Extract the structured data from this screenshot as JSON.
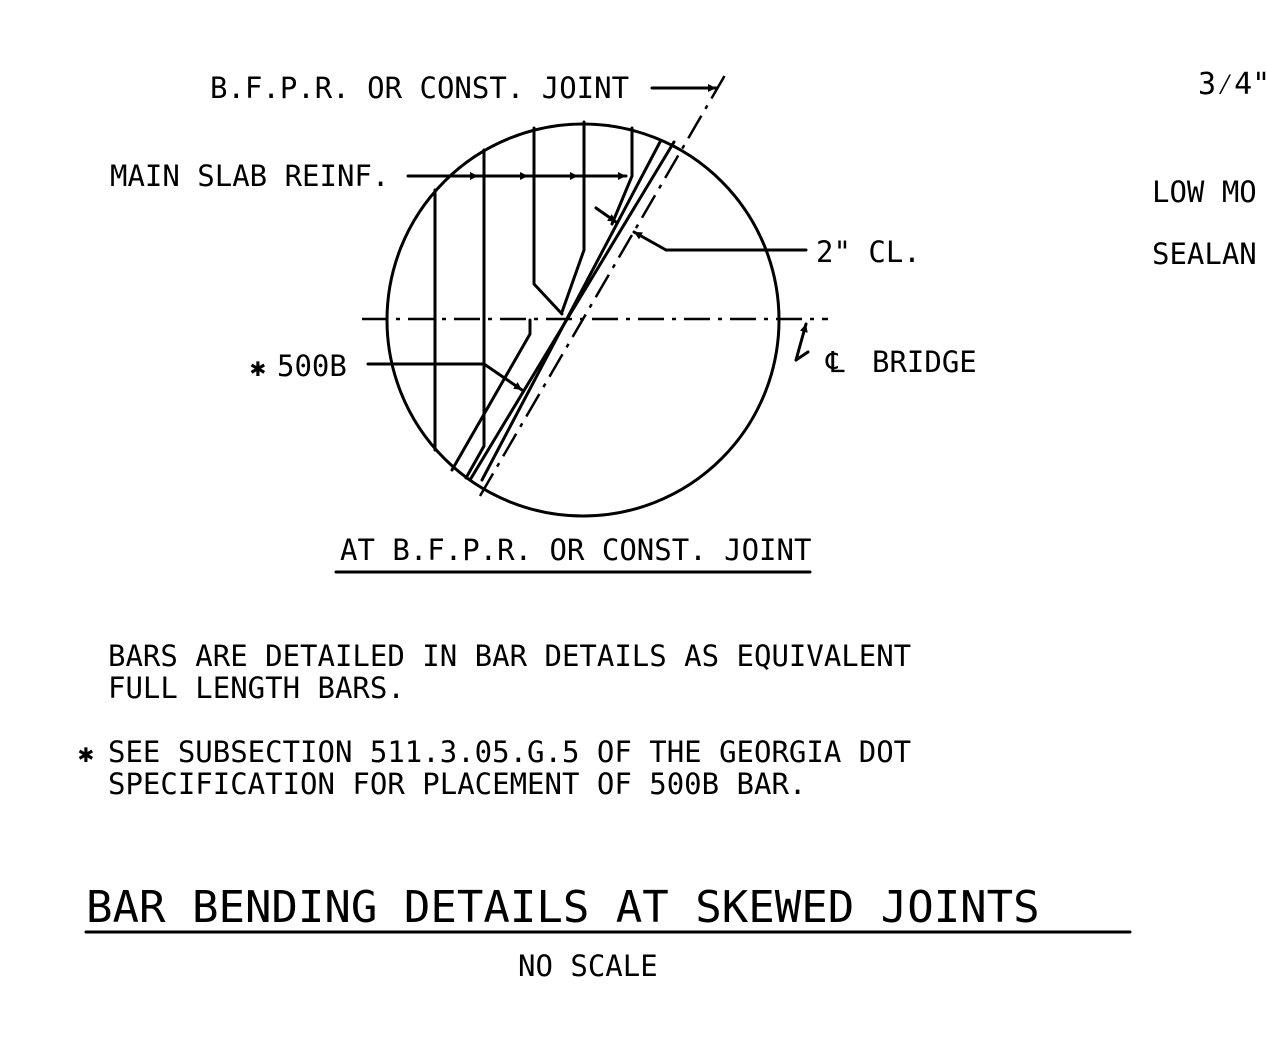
{
  "labels": {
    "bfpr_or_const_joint": "B.F.P.R. OR CONST. JOINT",
    "main_slab_reinf": "MAIN SLAB REINF.",
    "clearance": "2\" CL.",
    "bar_500b": "500B",
    "bar_500b_asterisk": "✱",
    "centerline_bridge": "BRIDGE",
    "centerline_symbol": "℄",
    "detail_caption": "AT B.F.P.R. OR CONST. JOINT"
  },
  "cropped_right": {
    "fraction": "3⁄4\"",
    "line1": "LOW MO",
    "line2": "SEALAN"
  },
  "notes": {
    "note1_line1": "BARS ARE DETAILED IN BAR DETAILS AS EQUIVALENT",
    "note1_line2": "FULL LENGTH BARS.",
    "note2_asterisk": "✱",
    "note2_line1": "SEE SUBSECTION 511.3.05.G.5 OF THE GEORGIA DOT",
    "note2_line2": "SPECIFICATION FOR PLACEMENT OF 500B BAR."
  },
  "title": {
    "main": "BAR BENDING DETAILS AT SKEWED JOINTS",
    "scale": "NO SCALE"
  }
}
